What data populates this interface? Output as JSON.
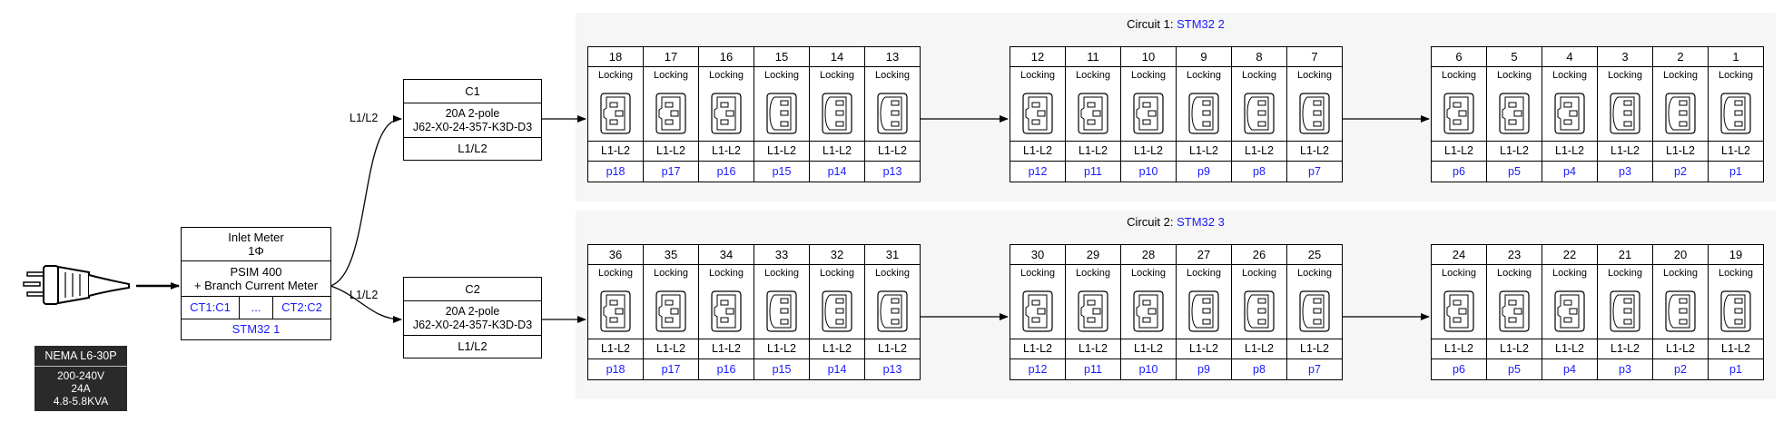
{
  "plug": {
    "name": "NEMA L6-30P",
    "specs": [
      "200-240V",
      "24A",
      "4.8-5.8KVA"
    ]
  },
  "meter": {
    "title_lines": [
      "Inlet Meter",
      "1Φ"
    ],
    "body_lines": [
      "PSIM 400",
      "+ Branch Current Meter"
    ],
    "ct_left": "CT1:C1",
    "ct_mid": "...",
    "ct_right": "CT2:C2",
    "controller": "STM32 1"
  },
  "wires": {
    "to_c1": "L1/L2",
    "to_c2": "L1/L2"
  },
  "breakers": [
    {
      "name": "C1",
      "rating": "20A 2-pole",
      "part": "J62-X0-24-357-K3D-D3",
      "phase": "L1/L2"
    },
    {
      "name": "C2",
      "rating": "20A 2-pole",
      "part": "J62-X0-24-357-K3D-D3",
      "phase": "L1/L2"
    }
  ],
  "circuits": [
    {
      "title_prefix": "Circuit 1: ",
      "controller": "STM32 2",
      "blocks": [
        [
          {
            "num": "18",
            "lock": "Locking",
            "type": "C19",
            "phase": "L1-L2",
            "port": "p18"
          },
          {
            "num": "17",
            "lock": "Locking",
            "type": "C19",
            "phase": "L1-L2",
            "port": "p17"
          },
          {
            "num": "16",
            "lock": "Locking",
            "type": "C19",
            "phase": "L1-L2",
            "port": "p16"
          },
          {
            "num": "15",
            "lock": "Locking",
            "type": "C13",
            "phase": "L1-L2",
            "port": "p15"
          },
          {
            "num": "14",
            "lock": "Locking",
            "type": "C13",
            "phase": "L1-L2",
            "port": "p14"
          },
          {
            "num": "13",
            "lock": "Locking",
            "type": "C13",
            "phase": "L1-L2",
            "port": "p13"
          }
        ],
        [
          {
            "num": "12",
            "lock": "Locking",
            "type": "C19",
            "phase": "L1-L2",
            "port": "p12"
          },
          {
            "num": "11",
            "lock": "Locking",
            "type": "C19",
            "phase": "L1-L2",
            "port": "p11"
          },
          {
            "num": "10",
            "lock": "Locking",
            "type": "C19",
            "phase": "L1-L2",
            "port": "p10"
          },
          {
            "num": "9",
            "lock": "Locking",
            "type": "C13",
            "phase": "L1-L2",
            "port": "p9"
          },
          {
            "num": "8",
            "lock": "Locking",
            "type": "C13",
            "phase": "L1-L2",
            "port": "p8"
          },
          {
            "num": "7",
            "lock": "Locking",
            "type": "C13",
            "phase": "L1-L2",
            "port": "p7"
          }
        ],
        [
          {
            "num": "6",
            "lock": "Locking",
            "type": "C19",
            "phase": "L1-L2",
            "port": "p6"
          },
          {
            "num": "5",
            "lock": "Locking",
            "type": "C19",
            "phase": "L1-L2",
            "port": "p5"
          },
          {
            "num": "4",
            "lock": "Locking",
            "type": "C19",
            "phase": "L1-L2",
            "port": "p4"
          },
          {
            "num": "3",
            "lock": "Locking",
            "type": "C13",
            "phase": "L1-L2",
            "port": "p3"
          },
          {
            "num": "2",
            "lock": "Locking",
            "type": "C13",
            "phase": "L1-L2",
            "port": "p2"
          },
          {
            "num": "1",
            "lock": "Locking",
            "type": "C13",
            "phase": "L1-L2",
            "port": "p1"
          }
        ]
      ]
    },
    {
      "title_prefix": "Circuit 2: ",
      "controller": "STM32 3",
      "blocks": [
        [
          {
            "num": "36",
            "lock": "Locking",
            "type": "C19",
            "phase": "L1-L2",
            "port": "p18"
          },
          {
            "num": "35",
            "lock": "Locking",
            "type": "C19",
            "phase": "L1-L2",
            "port": "p17"
          },
          {
            "num": "34",
            "lock": "Locking",
            "type": "C19",
            "phase": "L1-L2",
            "port": "p16"
          },
          {
            "num": "33",
            "lock": "Locking",
            "type": "C13",
            "phase": "L1-L2",
            "port": "p15"
          },
          {
            "num": "32",
            "lock": "Locking",
            "type": "C13",
            "phase": "L1-L2",
            "port": "p14"
          },
          {
            "num": "31",
            "lock": "Locking",
            "type": "C13",
            "phase": "L1-L2",
            "port": "p13"
          }
        ],
        [
          {
            "num": "30",
            "lock": "Locking",
            "type": "C19",
            "phase": "L1-L2",
            "port": "p12"
          },
          {
            "num": "29",
            "lock": "Locking",
            "type": "C19",
            "phase": "L1-L2",
            "port": "p11"
          },
          {
            "num": "28",
            "lock": "Locking",
            "type": "C19",
            "phase": "L1-L2",
            "port": "p10"
          },
          {
            "num": "27",
            "lock": "Locking",
            "type": "C13",
            "phase": "L1-L2",
            "port": "p9"
          },
          {
            "num": "26",
            "lock": "Locking",
            "type": "C13",
            "phase": "L1-L2",
            "port": "p8"
          },
          {
            "num": "25",
            "lock": "Locking",
            "type": "C13",
            "phase": "L1-L2",
            "port": "p7"
          }
        ],
        [
          {
            "num": "24",
            "lock": "Locking",
            "type": "C19",
            "phase": "L1-L2",
            "port": "p6"
          },
          {
            "num": "23",
            "lock": "Locking",
            "type": "C19",
            "phase": "L1-L2",
            "port": "p5"
          },
          {
            "num": "22",
            "lock": "Locking",
            "type": "C19",
            "phase": "L1-L2",
            "port": "p4"
          },
          {
            "num": "21",
            "lock": "Locking",
            "type": "C13",
            "phase": "L1-L2",
            "port": "p3"
          },
          {
            "num": "20",
            "lock": "Locking",
            "type": "C13",
            "phase": "L1-L2",
            "port": "p2"
          },
          {
            "num": "19",
            "lock": "Locking",
            "type": "C13",
            "phase": "L1-L2",
            "port": "p1"
          }
        ]
      ]
    }
  ],
  "colors": {
    "link": "#1a1aff",
    "panel": "#f6f6f6",
    "spec_box": "#2a2a2a"
  }
}
